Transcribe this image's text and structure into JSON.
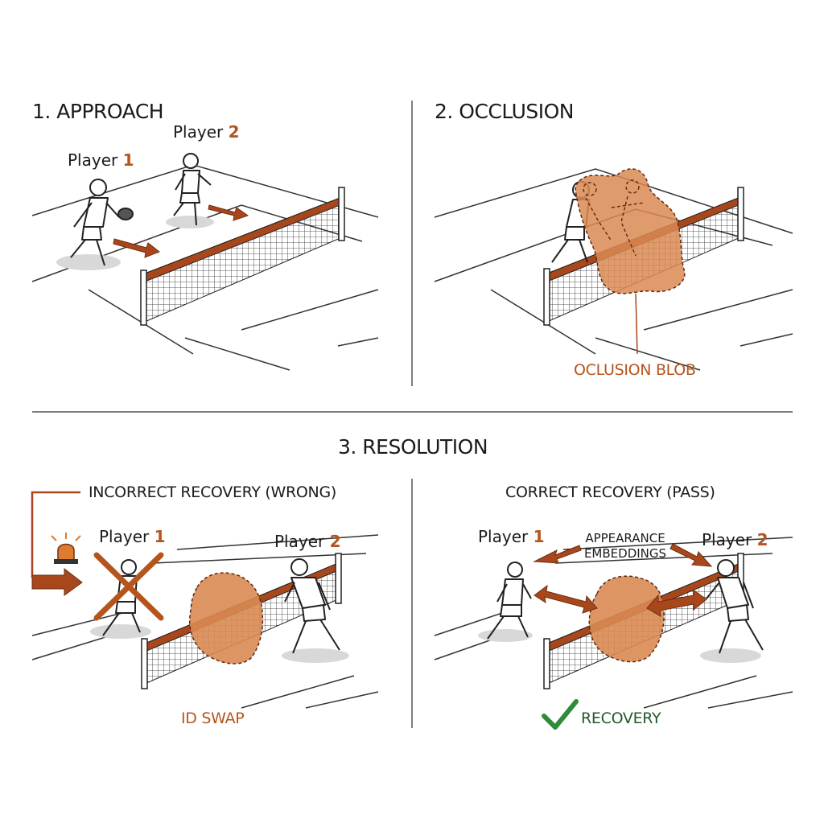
{
  "panels": {
    "approach": {
      "title": "1. APPROACH",
      "player1": {
        "name": "Player",
        "num": "1"
      },
      "player2": {
        "name": "Player",
        "num": "2"
      }
    },
    "occlusion": {
      "title": "2. OCCLUSION",
      "blob_label": "OCLUSION BLOB"
    },
    "resolution": {
      "title": "3. RESOLUTION",
      "incorrect": {
        "heading": "INCORRECT RECOVERY (WRONG)",
        "player1": {
          "name": "Player",
          "num": "1"
        },
        "player2": {
          "name": "Player",
          "num": "2"
        },
        "result": "ID SWAP"
      },
      "correct": {
        "heading": "CORRECT RECOVERY (PASS)",
        "player1": {
          "name": "Player",
          "num": "1"
        },
        "player2": {
          "name": "Player",
          "num": "2"
        },
        "embeddings_line1": "APPEARANCE",
        "embeddings_line2": "EMBEDDINGS",
        "result": "RECOVERY"
      }
    }
  },
  "icons": [
    "alarm-light-icon",
    "cross-mark-icon",
    "check-mark-icon",
    "arrow-icon"
  ],
  "colors": {
    "accent": "#b5551d",
    "blob": "#d98a52",
    "ink": "#1b1b1b",
    "check": "#2e8b3a",
    "line": "#555555"
  }
}
